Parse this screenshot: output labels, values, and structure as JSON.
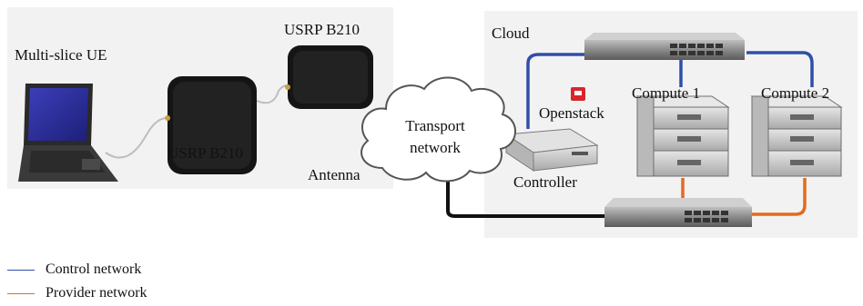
{
  "labels": {
    "ue": "Multi-slice UE",
    "usrp_top": "USRP B210",
    "usrp_bottom": "USRP B210",
    "antenna": "Antenna",
    "cloud": "Cloud",
    "transport_line1": "Transport",
    "transport_line2": "network",
    "openstack": "Openstack",
    "compute1": "Compute 1",
    "compute2": "Compute 2",
    "controller": "Controller"
  },
  "legend": [
    {
      "label": "Control network",
      "color": "#2f4fa8"
    },
    {
      "label": "Provider network",
      "color": "#e36a1e"
    }
  ],
  "colors": {
    "panel": "#f2f2f2",
    "control_link": "#2f4fa8",
    "provider_link": "#e36a1e",
    "transport_link": "#111111",
    "openstack_logo": "#d9262a"
  }
}
